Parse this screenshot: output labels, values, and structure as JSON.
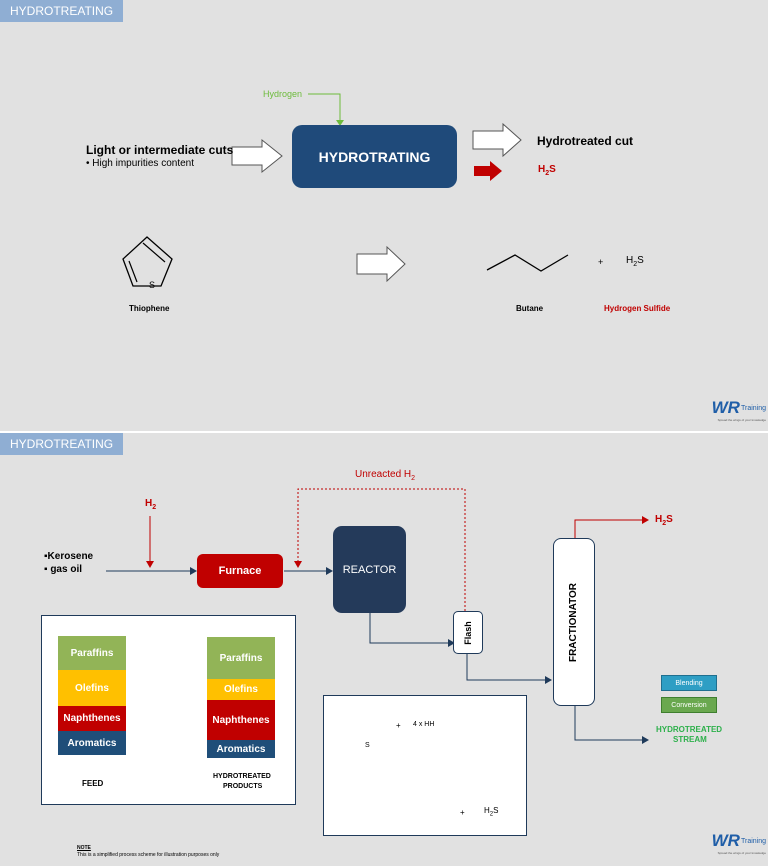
{
  "slide1": {
    "tab": "HYDROTREATING",
    "hydrogen": "Hydrogen",
    "feed_title": "Light or intermediate cuts",
    "feed_bullet": "• High impurities content",
    "unit": "HYDROTRATING",
    "product": "Hydrotreated cut",
    "h2s_main": "H",
    "h2s_sub": "2",
    "h2s_tail": "S",
    "thiophene": "Thiophene",
    "thiophene_s": "S",
    "butane": "Butane",
    "plus": "+",
    "h2s2_main": "H",
    "h2s2_sub": "2",
    "h2s2_tail": "S",
    "hydrogen_sulfide": "Hydrogen Sulfide",
    "logo_main": "WR",
    "logo_training": "Training",
    "logo_tagline": "Spread the wings of your knowledge"
  },
  "slide2": {
    "tab": "HYDROTREATING",
    "unreacted_main": "Unreacted H",
    "unreacted_sub": "2",
    "h2_main": "H",
    "h2_sub": "2",
    "feed_line1": "▪Kerosene",
    "feed_line2": "▪ gas oil",
    "furnace": "Furnace",
    "reactor": "REACTOR",
    "flash": "Flash",
    "fractionator": "FRACTIONATOR",
    "h2s_top_main": "H",
    "h2s_top_sub": "2",
    "h2s_top_tail": "S",
    "blending": "Blending",
    "conversion": "Conversion",
    "stream_line1": "HYDROTREATED",
    "stream_line2": "STREAM",
    "feed_layers": [
      "Paraffins",
      "Olefins",
      "Naphthenes",
      "Aromatics"
    ],
    "product_layers": [
      "Paraffins",
      "Olefins",
      "Naphthenes",
      "Aromatics"
    ],
    "feed_label": "FEED",
    "products_line1": "HYDROTREATED",
    "products_line2": "PRODUCTS",
    "reaction_plus1": "+",
    "reaction_h": "4 x HH",
    "reaction_s": "S",
    "reaction_plus2": "+",
    "reaction_h2s_main": "H",
    "reaction_h2s_sub": "2",
    "reaction_h2s_tail": "S",
    "note_title": "NOTE",
    "note_text": "This is a simplified process scheme for illustration purposes only",
    "logo_main": "WR",
    "logo_training": "Training",
    "logo_tagline": "Spread the wings of your knowledge"
  },
  "colors": {
    "tab": "#8faed3",
    "unit_blue": "#1f4a7a",
    "reactor": "#243a5a",
    "furnace": "#c00000",
    "red": "#c00000",
    "green": "#2db04b",
    "paraffins": "#92b457",
    "olefins": "#ffc000",
    "naphthenes": "#c00000",
    "aromatics": "#1f4e79",
    "blending": "#2e9ec4",
    "conversion": "#6aa84f"
  }
}
